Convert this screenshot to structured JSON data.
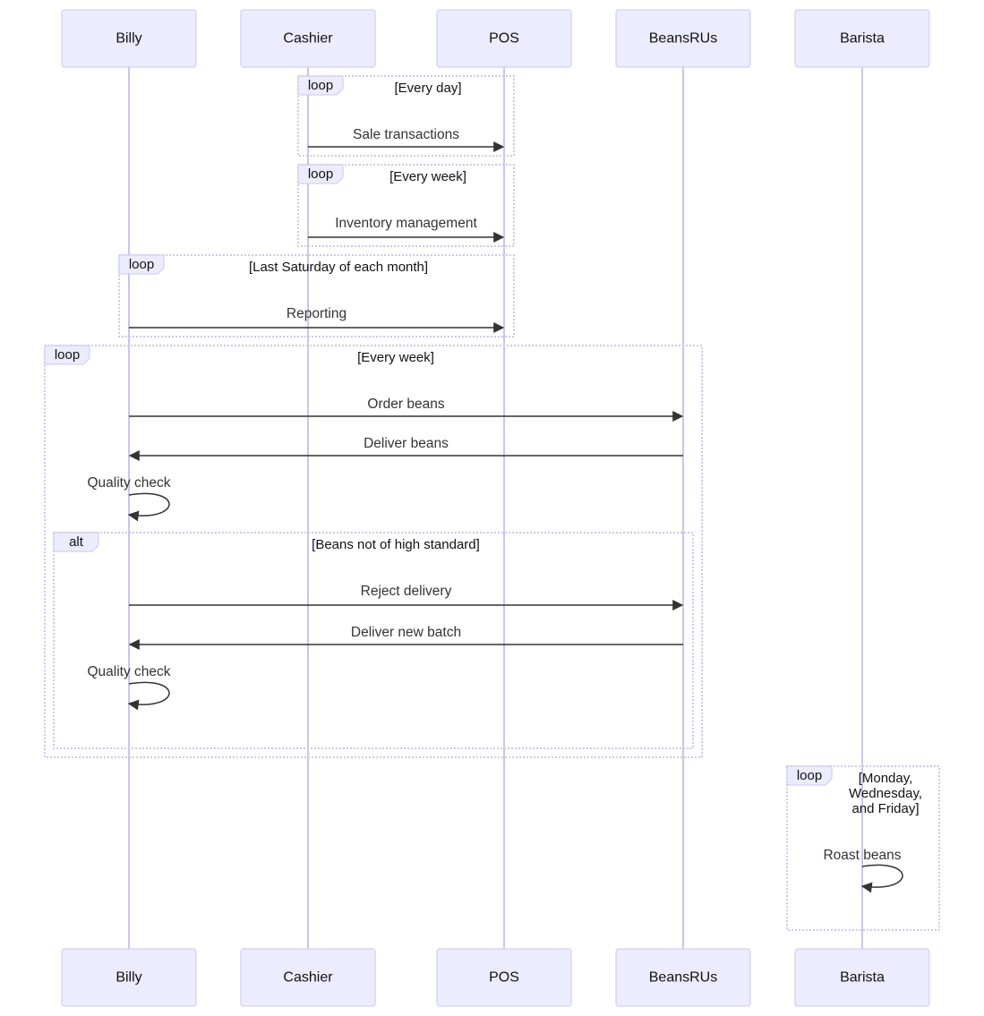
{
  "participants": [
    {
      "id": "billy",
      "label": "Billy"
    },
    {
      "id": "cashier",
      "label": "Cashier"
    },
    {
      "id": "pos",
      "label": "POS"
    },
    {
      "id": "beansrus",
      "label": "BeansRUs"
    },
    {
      "id": "barista",
      "label": "Barista"
    }
  ],
  "fragments": [
    {
      "kind": "loop",
      "condition": [
        "[Every day]"
      ]
    },
    {
      "kind": "loop",
      "condition": [
        "[Every week]"
      ]
    },
    {
      "kind": "loop",
      "condition": [
        "[Last Saturday of each month]"
      ]
    },
    {
      "kind": "loop",
      "condition": [
        "[Every week]"
      ]
    },
    {
      "kind": "alt",
      "condition": [
        "[Beans not of high standard]"
      ]
    },
    {
      "kind": "loop",
      "condition": [
        "[Monday,",
        "Wednesday,",
        "and Friday]"
      ]
    }
  ],
  "messages": [
    {
      "from": "cashier",
      "to": "pos",
      "label": "Sale transactions"
    },
    {
      "from": "cashier",
      "to": "pos",
      "label": "Inventory management"
    },
    {
      "from": "billy",
      "to": "pos",
      "label": "Reporting"
    },
    {
      "from": "billy",
      "to": "beansrus",
      "label": "Order beans"
    },
    {
      "from": "beansrus",
      "to": "billy",
      "label": "Deliver beans"
    },
    {
      "from": "billy",
      "to": "billy",
      "label": "Quality check"
    },
    {
      "from": "billy",
      "to": "beansrus",
      "label": "Reject delivery"
    },
    {
      "from": "beansrus",
      "to": "billy",
      "label": "Deliver new batch"
    },
    {
      "from": "billy",
      "to": "billy",
      "label": "Quality check"
    },
    {
      "from": "barista",
      "to": "barista",
      "label": "Roast beans"
    }
  ],
  "colors": {
    "actor_fill": "#ececff",
    "actor_stroke": "#c9c9ef",
    "lifeline": "#cbc6ea",
    "frame_border": "#cfc8ee",
    "message": "#333333"
  }
}
